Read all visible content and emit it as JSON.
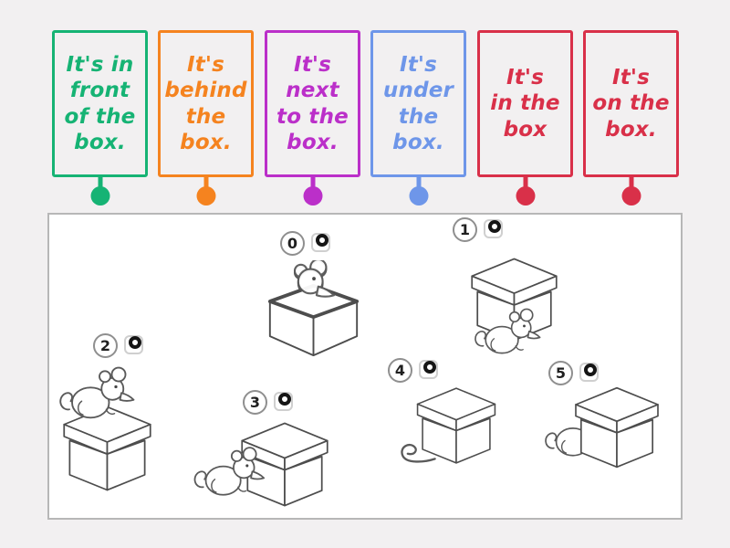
{
  "page": {
    "background": "#f2f0f1"
  },
  "cards": [
    {
      "id": "in-front-of",
      "color": "#16b374",
      "lines": [
        "It's in",
        "front",
        "of the",
        "box."
      ]
    },
    {
      "id": "behind",
      "color": "#f5831f",
      "lines": [
        "It's",
        "behind",
        "the",
        "box."
      ]
    },
    {
      "id": "next-to",
      "color": "#bb2fc9",
      "lines": [
        "It's",
        "next",
        "to the",
        "box."
      ]
    },
    {
      "id": "under",
      "color": "#6e96e9",
      "lines": [
        "It's",
        "under",
        "the",
        "box."
      ]
    },
    {
      "id": "in",
      "color": "#d93049",
      "lines": [
        "It's",
        "in the",
        "box"
      ]
    },
    {
      "id": "on",
      "color": "#d93049",
      "lines": [
        "It's",
        "on the",
        "box."
      ]
    }
  ],
  "markers": [
    {
      "number": "0",
      "scene": "mouse-in-open-box"
    },
    {
      "number": "1",
      "scene": "mouse-in-front-of-box"
    },
    {
      "number": "2",
      "scene": "mouse-on-box"
    },
    {
      "number": "3",
      "scene": "mouse-next-to-box"
    },
    {
      "number": "4",
      "scene": "mouse-under-box"
    },
    {
      "number": "5",
      "scene": "mouse-behind-box"
    }
  ],
  "colors": {
    "ink": "#4d4d4d",
    "chip": "#151515",
    "panel_border": "#b7b7b7",
    "marker_border": "#8f8f8f"
  }
}
